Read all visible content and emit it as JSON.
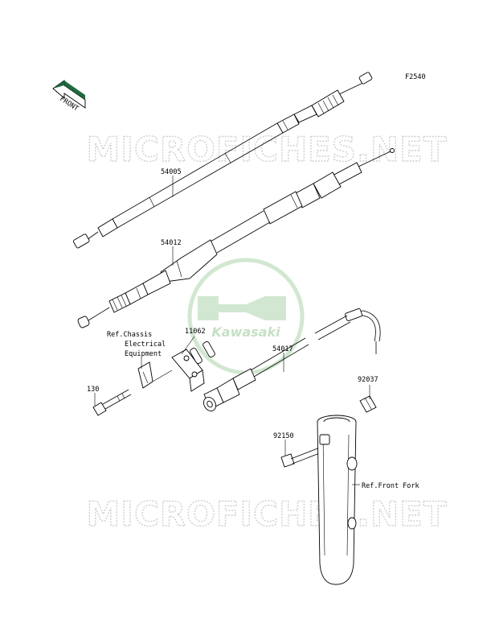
{
  "diagram": {
    "figure_code": "F2540",
    "front_label": "FRONT",
    "watermark_text": "MICROFICHES.NET",
    "logo_text": "Kawasaki",
    "colors": {
      "line": "#000000",
      "watermark": "#cfcfcf",
      "logo": "#c9e3c9"
    },
    "parts": [
      {
        "id": "54005",
        "label": "54005"
      },
      {
        "id": "54012",
        "label": "54012"
      },
      {
        "id": "11062",
        "label": "11062"
      },
      {
        "id": "54017",
        "label": "54017"
      },
      {
        "id": "130",
        "label": "130"
      },
      {
        "id": "92037",
        "label": "92037"
      },
      {
        "id": "92150",
        "label": "92150"
      }
    ],
    "references": {
      "chassis": [
        "Ref.Chassis",
        "Electrical",
        "Equipment"
      ],
      "front_fork": "Ref.Front Fork"
    }
  }
}
